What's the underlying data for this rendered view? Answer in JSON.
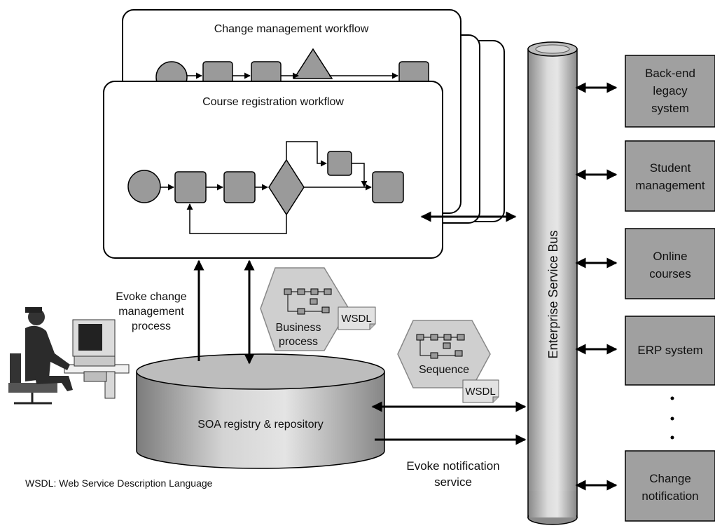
{
  "workflows": {
    "back_title": "Change management workflow",
    "front_title": "Course registration workflow"
  },
  "bus": {
    "label": "Enterprise Service Bus"
  },
  "systems": {
    "backend_line1": "Back-end",
    "backend_line2": "legacy",
    "backend_line3": "system",
    "student_line1": "Student",
    "student_line2": "management",
    "online_line1": "Online",
    "online_line2": "courses",
    "erp_line1": "ERP system",
    "change_line1": "Change",
    "change_line2": "notification"
  },
  "registry": {
    "label": "SOA registry & repository"
  },
  "artifacts": {
    "business_line1": "Business",
    "business_line2": "process",
    "sequence_label": "Sequence",
    "wsdl_tag": "WSDL"
  },
  "annotations": {
    "evoke_change_line1": "Evoke change",
    "evoke_change_line2": "management",
    "evoke_change_line3": "process",
    "evoke_notify_line1": "Evoke notification",
    "evoke_notify_line2": "service"
  },
  "legend": {
    "wsdl_definition": "WSDL: Web Service Description Language"
  },
  "colors": {
    "node_fill": "#9a9a9a",
    "system_fill": "#a0a0a0",
    "hex_fill": "#cfcfcf",
    "page_fill": "#e2e2e2"
  }
}
